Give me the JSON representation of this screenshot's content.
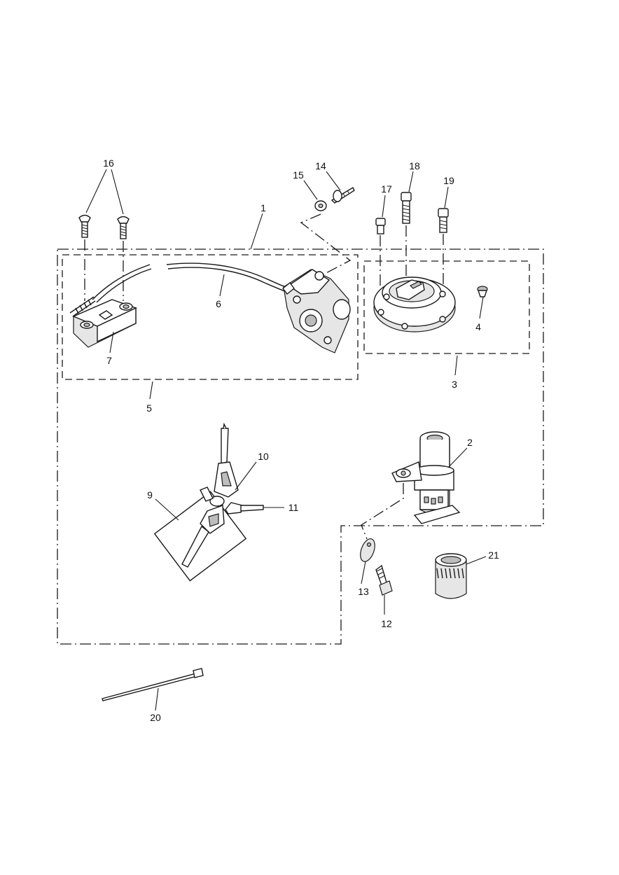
{
  "diagram": {
    "callouts": {
      "c1": "1",
      "c2": "2",
      "c3": "3",
      "c4": "4",
      "c5": "5",
      "c6": "6",
      "c7": "7",
      "c9": "9",
      "c10": "10",
      "c11": "11",
      "c12": "12",
      "c13": "13",
      "c14": "14",
      "c15": "15",
      "c16": "16",
      "c17": "17",
      "c18": "18",
      "c19": "19",
      "c20": "20",
      "c21": "21"
    }
  }
}
